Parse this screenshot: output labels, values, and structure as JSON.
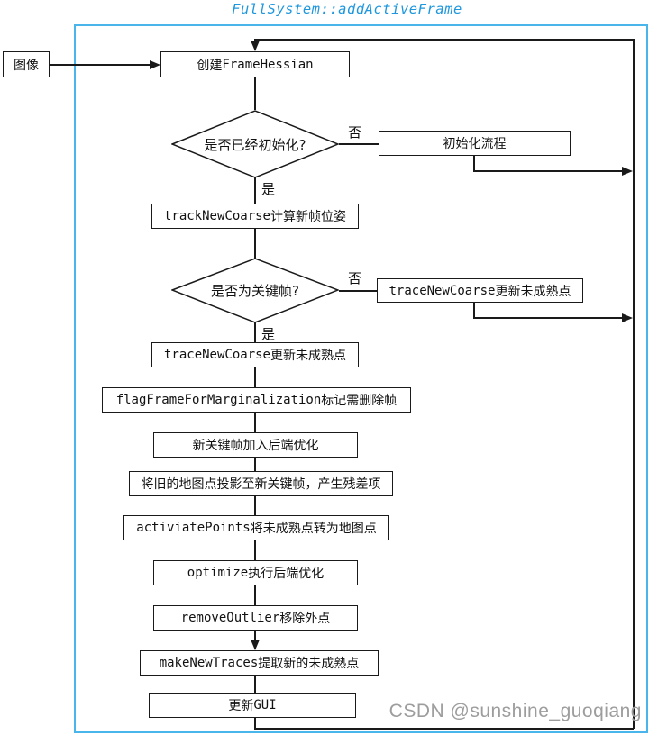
{
  "title": "FullSystem::addActiveFrame",
  "watermark": "CSDN @sunshine_guoqiang",
  "colors": {
    "frame_blue": "#4ab5ea",
    "title_blue": "#1e97dd",
    "line_black": "#1a1a1a",
    "watermark_gray": "#9d9d9d",
    "box_fill": "#ffffff"
  },
  "nodes": {
    "image": {
      "pre": "图像"
    },
    "create": {
      "pre": "创建",
      "code": "FrameHessian"
    },
    "d1": {
      "pre": "是否已经初始化?"
    },
    "init": {
      "pre": "初始化流程"
    },
    "track": {
      "code": "trackNewCoarse",
      "post": " 计算新帧位姿"
    },
    "d2": {
      "pre": "是否为关键帧?"
    },
    "trace_right": {
      "code": "traceNewCoarse",
      "post": " 更新未成熟点"
    },
    "trace_main": {
      "code": "traceNewCoarse",
      "post": " 更新未成熟点"
    },
    "flag": {
      "code": "flagFrameForMarginalization",
      "post": " 标记需删除帧"
    },
    "add_kf": {
      "pre": "新关键帧加入后端优化"
    },
    "project": {
      "pre": "将旧的地图点投影至新关键帧，产生残差项"
    },
    "activate": {
      "code": "activiatePoints",
      "post": " 将未成熟点转为地图点"
    },
    "optimize": {
      "code": "optimize",
      "post": " 执行后端优化"
    },
    "remove_outlier": {
      "code": "removeOutlier",
      "post": " 移除外点"
    },
    "make_new_traces": {
      "code": "makeNewTraces",
      "post": " 提取新的未成熟点"
    },
    "gui": {
      "pre": "更新",
      "code": "GUI"
    }
  },
  "edge_labels": {
    "no1": "否",
    "yes1": "是",
    "no2": "否",
    "yes2": "是"
  }
}
